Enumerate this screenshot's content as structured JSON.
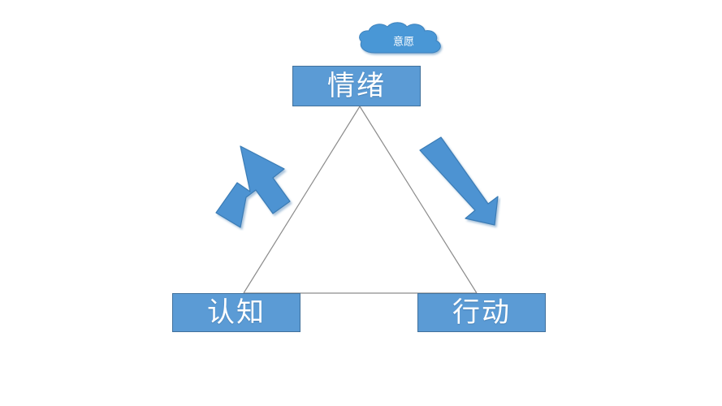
{
  "diagram": {
    "title": "",
    "background_color": "#ffffff",
    "colors": {
      "box_fill": "#5b9bd5",
      "box_border": "#41719c",
      "cloud_fill": "#4a97d6",
      "cloud_border": "#3d82bd",
      "arrow_fill": "#4e93d2",
      "arrow_border": "#3b7cb5",
      "line": "#8c8c8c",
      "label_text": "#ffffff"
    },
    "nodes": {
      "emotion": {
        "label": "情绪",
        "role": "top-vertex"
      },
      "cognition": {
        "label": "认知",
        "role": "bottom-left-vertex"
      },
      "action": {
        "label": "行动",
        "role": "bottom-right-vertex"
      },
      "will": {
        "label": "意愿",
        "role": "cloud-above-emotion"
      }
    },
    "arrows": {
      "cognition_to_emotion": {
        "name": "up-right-arrow",
        "direction": "up-right"
      },
      "emotion_to_action": {
        "name": "down-right-arrow",
        "direction": "down-right"
      }
    },
    "connectors": {
      "triangle": {
        "name": "triangle-outline",
        "vertices": "情绪 - 认知 - 行动"
      }
    }
  }
}
